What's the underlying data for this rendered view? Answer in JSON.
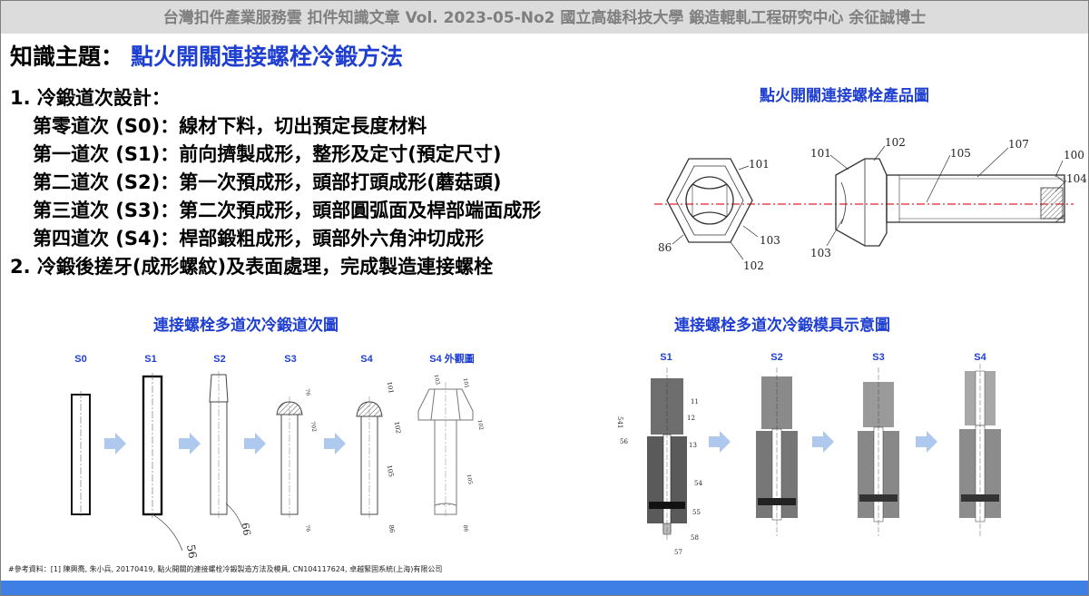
{
  "header": "台灣扣件產業服務雲  扣件知識文章  Vol. 2023-05-No2  國立高雄科技大學  鍛造輥軋工程研究中心  余征誠博士",
  "topic": {
    "label": "知識主題：",
    "value": "點火開關連接螺栓冷鍛方法"
  },
  "list": [
    {
      "text": "1. 冷鍛道次設計：",
      "indent": false
    },
    {
      "text": "第零道次 (S0)：線材下料，切出預定長度材料",
      "indent": true
    },
    {
      "text": "第一道次 (S1)：前向擠製成形，整形及定寸(預定尺寸)",
      "indent": true
    },
    {
      "text": "第二道次 (S2)：第一次預成形，頭部打頭成形(蘑菇頭)",
      "indent": true
    },
    {
      "text": "第三道次 (S3)：第二次預成形，頭部圓弧面及桿部端面成形",
      "indent": true
    },
    {
      "text": "第四道次 (S4)：桿部鍛粗成形，頭部外六角沖切成形",
      "indent": true
    },
    {
      "text": "2. 冷鍛後搓牙(成形螺紋)及表面處理，完成製造連接螺栓",
      "indent": false
    }
  ],
  "product_figure": {
    "caption": "點火開關連接螺栓產品圖",
    "labels": {
      "end_101": "101",
      "end_86": "86",
      "end_103": "103",
      "end_102": "102",
      "side_101": "101",
      "side_102": "102",
      "side_105": "105",
      "side_107": "107",
      "side_100": "100",
      "side_104": "104",
      "side_103": "103"
    }
  },
  "sequence_figure": {
    "caption": "連接螺栓多道次冷鍛道次圖",
    "stages": [
      "S0",
      "S1",
      "S2",
      "S3",
      "S4",
      "S4 外觀圖"
    ],
    "labels": {
      "s0": "56",
      "s1": "66",
      "s2_a": "76",
      "s2_b": "702",
      "s2_c": "76",
      "s3_a": "101",
      "s3_b": "102",
      "s3_c": "105",
      "s3_d": "86",
      "s4_a": "103",
      "s4_b": "101",
      "s4_c": "102",
      "s4_d": "105",
      "s4_e": "86"
    }
  },
  "die_figure": {
    "caption": "連接螺栓多道次冷鍛模具示意圖",
    "stages": [
      "S1",
      "S2",
      "S3",
      "S4"
    ],
    "labels": {
      "a11": "11",
      "a12": "12",
      "a13": "13",
      "a541": "541",
      "a56": "56",
      "a54": "54",
      "a55": "55",
      "a58": "58",
      "a57": "57"
    }
  },
  "reference": "#參考資料：[1] 陳興喬, 朱小兵, 20170419, 點火開關的連接螺栓冷鍛製造方法及模具, CN104117624, 卓越緊固系統(上海)有限公司",
  "colors": {
    "accent": "#1f3fd1",
    "header_bg": "#dcdcdc",
    "header_text": "#7f7f7f",
    "bottom_bar": "#3d7fe5",
    "arrow": "#aec8ee",
    "centerline": "#e0202a"
  }
}
